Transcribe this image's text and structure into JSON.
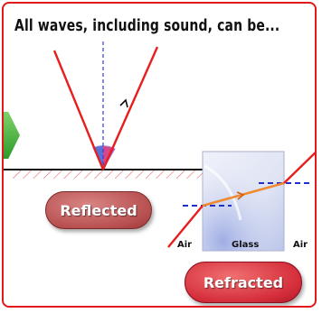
{
  "title": "All waves, including sound, can be...",
  "labels": {
    "reflected": "Reflected",
    "refracted": "Refracted",
    "air_left": "Air",
    "glass": "Glass",
    "air_right": "Air"
  },
  "colors": {
    "border": "#e01a1a",
    "ray": "#e81e1e",
    "refracted_ray": "#f08a30",
    "normal_line": "#2f3fd0",
    "angle_fill": "#d24a8a",
    "glass_fill": "#dde3f3",
    "nav_arrow": "#3aa52e"
  },
  "icons": {
    "nav": "green-arrow-icon"
  }
}
